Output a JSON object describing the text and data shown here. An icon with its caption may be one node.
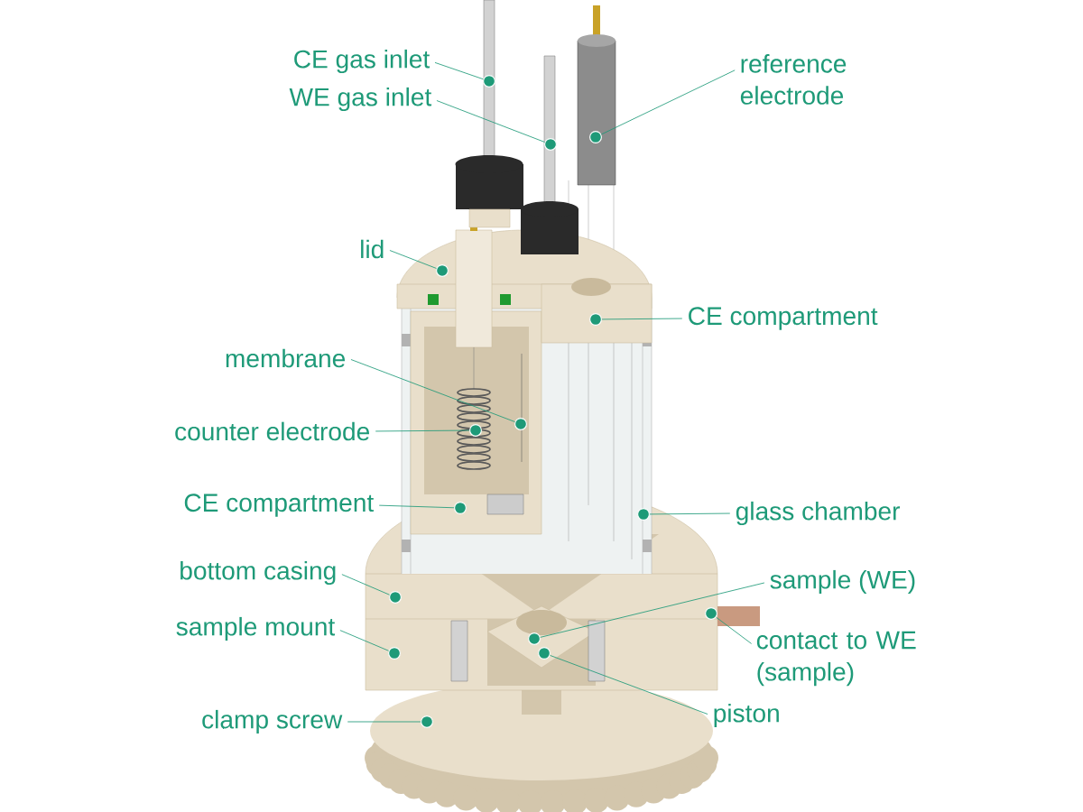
{
  "diagram": {
    "nodes": [
      {
        "text": [
          "CE gas inlet"
        ]
      },
      {
        "text": [
          "WE gas inlet"
        ]
      },
      {
        "text": [
          "reference electrode"
        ]
      },
      {
        "text": [
          "lid"
        ]
      },
      {
        "text": [
          "CE compartment"
        ]
      },
      {
        "text": [
          "membrane"
        ]
      },
      {
        "text": [
          "counter electrode"
        ]
      },
      {
        "text": [
          "CE compartment"
        ]
      },
      {
        "text": [
          "glass chamber"
        ]
      },
      {
        "text": [
          "bottom casing"
        ]
      },
      {
        "text": [
          "sample (WE)"
        ]
      },
      {
        "text": [
          "sample mount"
        ]
      },
      {
        "text": [
          "contact to WE (sample)"
        ]
      },
      {
        "text": [
          "piston"
        ]
      },
      {
        "text": [
          "clamp screw"
        ]
      },
      {
        "text": [],
        "shape": "circle"
      },
      {
        "text": [],
        "shape": "circle"
      },
      {
        "text": [],
        "shape": "circle"
      },
      {
        "text": [],
        "shape": "circle"
      },
      {
        "text": [],
        "shape": "circle"
      },
      {
        "text": [],
        "shape": "circle"
      },
      {
        "text": [],
        "shape": "circle"
      },
      {
        "text": [],
        "shape": "circle"
      },
      {
        "text": [],
        "shape": "circle"
      },
      {
        "text": [],
        "shape": "circle"
      },
      {
        "text": [],
        "shape": "circle"
      },
      {
        "text": [],
        "shape": "circle"
      },
      {
        "text": [],
        "shape": "circle"
      },
      {
        "text": [],
        "shape": "circle"
      },
      {
        "text": [],
        "shape": "circle"
      }
    ],
    "edges": [
      {
        "from": 0,
        "to": 15,
        "arrow": "none"
      },
      {
        "from": 1,
        "to": 16,
        "arrow": "none"
      },
      {
        "from": 2,
        "to": 17,
        "arrow": "none"
      },
      {
        "from": 3,
        "to": 18,
        "arrow": "none"
      },
      {
        "from": 4,
        "to": 19,
        "arrow": "none"
      },
      {
        "from": 5,
        "to": 20,
        "arrow": "none"
      },
      {
        "from": 6,
        "to": 21,
        "arrow": "none"
      },
      {
        "from": 7,
        "to": 22,
        "arrow": "none"
      },
      {
        "from": 8,
        "to": 23,
        "arrow": "none"
      },
      {
        "from": 9,
        "to": 24,
        "arrow": "none"
      },
      {
        "from": 10,
        "to": 25,
        "arrow": "none"
      },
      {
        "from": 11,
        "to": 26,
        "arrow": "none"
      },
      {
        "from": 12,
        "to": 27,
        "arrow": "none"
      },
      {
        "from": 13,
        "to": 28,
        "arrow": "none"
      },
      {
        "from": 14,
        "to": 29,
        "arrow": "none"
      }
    ]
  }
}
